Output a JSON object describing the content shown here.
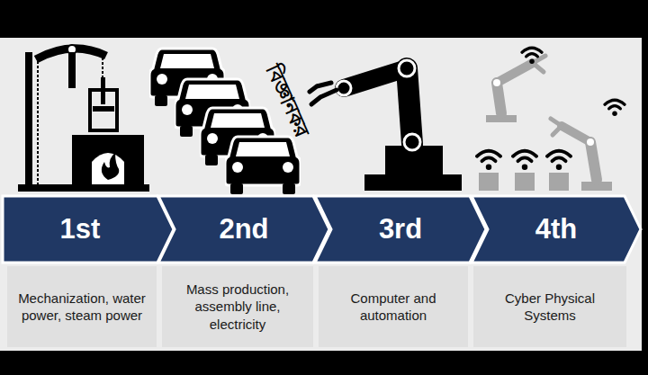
{
  "diagram": {
    "nodes": [
      {
        "text": [
          "1st"
        ]
      },
      {
        "text": [
          "2nd"
        ]
      },
      {
        "text": [
          "3rd"
        ]
      },
      {
        "text": [
          "4th"
        ]
      },
      {
        "text": [
          "Mechanization, water power, steam power"
        ]
      },
      {
        "text": [
          "Mass production, assembly line, electricity"
        ]
      },
      {
        "text": [
          "Computer and automation"
        ]
      },
      {
        "text": [
          "Cyber Physical Systems"
        ]
      }
    ],
    "labels": [
      "বিজ্ঞানকর"
    ]
  }
}
